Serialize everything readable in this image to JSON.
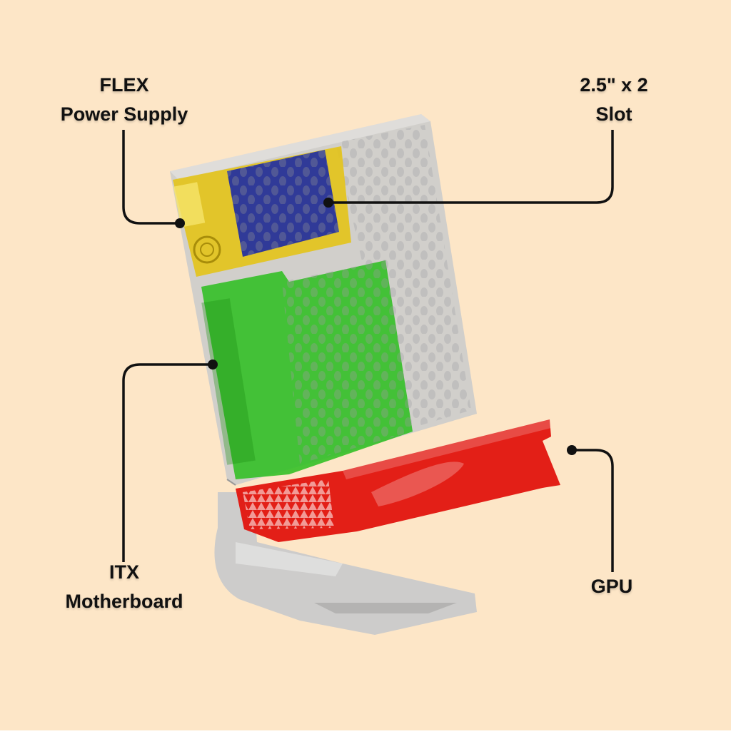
{
  "background_color": "#FDE6C7",
  "colors": {
    "case": "#C9CACB",
    "psu": "#E3C318",
    "ssd": "#26339E",
    "motherboard": "#2FBF22",
    "gpu": "#E2140E",
    "leader": "#111111"
  },
  "labels": {
    "psu": {
      "line1": "FLEX",
      "line2": "Power Supply"
    },
    "ssd": {
      "line1": "2.5\" x 2",
      "line2": "Slot"
    },
    "motherboard": {
      "line1": "ITX",
      "line2": "Motherboard"
    },
    "gpu": {
      "line1": "GPU"
    }
  }
}
